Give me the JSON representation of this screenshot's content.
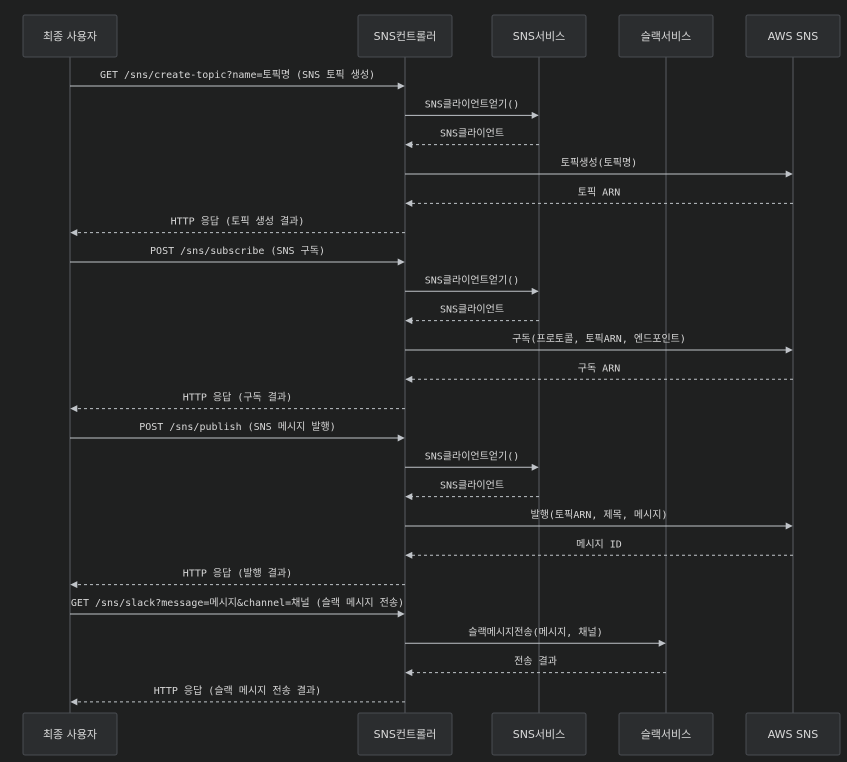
{
  "participants": [
    {
      "id": "user",
      "label": "최종 사용자"
    },
    {
      "id": "ctrl",
      "label": "SNS컨트롤러"
    },
    {
      "id": "svc",
      "label": "SNS서비스"
    },
    {
      "id": "slack",
      "label": "슬랙서비스"
    },
    {
      "id": "aws",
      "label": "AWS SNS"
    }
  ],
  "messages": [
    {
      "from": "user",
      "to": "ctrl",
      "label": "GET /sns/create-topic?name=토픽명 (SNS 토픽 생성)",
      "dashed": false
    },
    {
      "from": "ctrl",
      "to": "svc",
      "label": "SNS클라이언트얻기()",
      "dashed": false
    },
    {
      "from": "svc",
      "to": "ctrl",
      "label": "SNS클라이언트",
      "dashed": true
    },
    {
      "from": "ctrl",
      "to": "aws",
      "label": "토픽생성(토픽명)",
      "dashed": false
    },
    {
      "from": "aws",
      "to": "ctrl",
      "label": "토픽 ARN",
      "dashed": true
    },
    {
      "from": "ctrl",
      "to": "user",
      "label": "HTTP 응답 (토픽 생성 결과)",
      "dashed": true
    },
    {
      "from": "user",
      "to": "ctrl",
      "label": "POST /sns/subscribe (SNS 구독)",
      "dashed": false
    },
    {
      "from": "ctrl",
      "to": "svc",
      "label": "SNS클라이언트얻기()",
      "dashed": false
    },
    {
      "from": "svc",
      "to": "ctrl",
      "label": "SNS클라이언트",
      "dashed": true
    },
    {
      "from": "ctrl",
      "to": "aws",
      "label": "구독(프로토콜, 토픽ARN, 엔드포인트)",
      "dashed": false
    },
    {
      "from": "aws",
      "to": "ctrl",
      "label": "구독 ARN",
      "dashed": true
    },
    {
      "from": "ctrl",
      "to": "user",
      "label": "HTTP 응답 (구독 결과)",
      "dashed": true
    },
    {
      "from": "user",
      "to": "ctrl",
      "label": "POST /sns/publish (SNS 메시지 발행)",
      "dashed": false
    },
    {
      "from": "ctrl",
      "to": "svc",
      "label": "SNS클라이언트얻기()",
      "dashed": false
    },
    {
      "from": "svc",
      "to": "ctrl",
      "label": "SNS클라이언트",
      "dashed": true
    },
    {
      "from": "ctrl",
      "to": "aws",
      "label": "발행(토픽ARN, 제목, 메시지)",
      "dashed": false
    },
    {
      "from": "aws",
      "to": "ctrl",
      "label": "메시지 ID",
      "dashed": true
    },
    {
      "from": "ctrl",
      "to": "user",
      "label": "HTTP 응답 (발행 결과)",
      "dashed": true
    },
    {
      "from": "user",
      "to": "ctrl",
      "label": "GET /sns/slack?message=메시지&channel=채널 (슬랙 메시지 전송)",
      "dashed": false
    },
    {
      "from": "ctrl",
      "to": "slack",
      "label": "슬랙메시지전송(메시지, 채널)",
      "dashed": false
    },
    {
      "from": "slack",
      "to": "ctrl",
      "label": "전송 결과",
      "dashed": true
    },
    {
      "from": "ctrl",
      "to": "user",
      "label": "HTTP 응답 (슬랙 메시지 전송 결과)",
      "dashed": true
    }
  ]
}
